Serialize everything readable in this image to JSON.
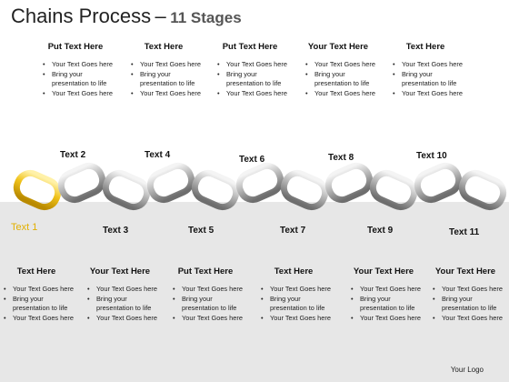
{
  "title": {
    "main": "Chains Process",
    "dash": "–",
    "accent": "11 Stages"
  },
  "top_blocks": [
    {
      "heading": "Put Text Here",
      "bullets": [
        "Your Text Goes here",
        "Bring your presentation to life",
        "Your Text Goes here"
      ]
    },
    {
      "heading": "Text Here",
      "bullets": [
        "Your Text Goes here",
        "Bring your presentation to life",
        "Your Text Goes here"
      ]
    },
    {
      "heading": "Put Text Here",
      "bullets": [
        "Your Text Goes here",
        "Bring your presentation to life",
        "Your Text Goes here"
      ]
    },
    {
      "heading": "Your Text Here",
      "bullets": [
        "Your Text Goes here",
        "Bring your presentation to life",
        "Your Text Goes here"
      ]
    },
    {
      "heading": "Text Here",
      "bullets": [
        "Your Text Goes here",
        "Bring your presentation to life",
        "Your Text Goes here"
      ]
    }
  ],
  "bottom_blocks": [
    {
      "heading": "Text Here",
      "bullets": [
        "Your Text Goes here",
        "Bring your presentation to life",
        "Your Text Goes here"
      ]
    },
    {
      "heading": "Your Text Here",
      "bullets": [
        "Your Text Goes here",
        "Bring your presentation to life",
        "Your Text Goes here"
      ]
    },
    {
      "heading": "Put Text Here",
      "bullets": [
        "Your Text Goes here",
        "Bring your presentation to life",
        "Your Text Goes here"
      ]
    },
    {
      "heading": "Text Here",
      "bullets": [
        "Your Text Goes here",
        "Bring your presentation to life",
        "Your Text Goes here"
      ]
    },
    {
      "heading": "Your Text Here",
      "bullets": [
        "Your Text Goes here",
        "Bring your presentation to life",
        "Your Text Goes here"
      ]
    },
    {
      "heading": "Your Text Here",
      "bullets": [
        "Your Text Goes here",
        "Bring your presentation to life",
        "Your Text Goes here"
      ]
    }
  ],
  "stages": [
    "Text 1",
    "Text 2",
    "Text 3",
    "Text 4",
    "Text 5",
    "Text 6",
    "Text 7",
    "Text 8",
    "Text 9",
    "Text 10",
    "Text 11"
  ],
  "colors": {
    "gold_link": "#e8b400",
    "silver_link": "#a9a9a9",
    "gray_band": "#e7e7e7",
    "stage1_text": "#e2b000"
  },
  "footer": {
    "logo": "Your Logo"
  }
}
